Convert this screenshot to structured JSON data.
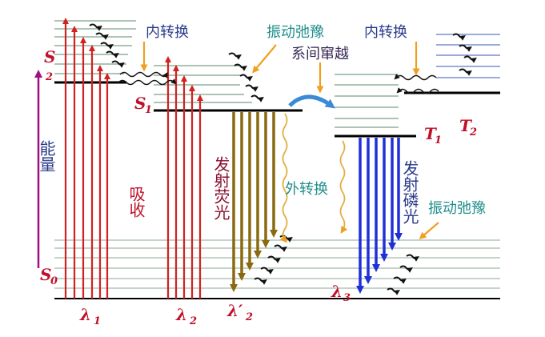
{
  "diagram": {
    "states": {
      "s2_letter": "S",
      "s2_sub": "2",
      "s1_letter": "S",
      "s1_sub": "1",
      "s0_letter": "S",
      "s0_sub": "0",
      "t1_letter": "T",
      "t1_sub": "1",
      "t2_letter": "T",
      "t2_sub": "2"
    },
    "energy_axis_label": "能量",
    "annotations": {
      "internal_conversion_1": "内转换",
      "internal_conversion_2": "内转换",
      "vibrational_relaxation_1": "振动弛豫",
      "vibrational_relaxation_2": "振动弛豫",
      "intersystem_crossing": "系间窜越",
      "external_conversion": "外转换",
      "absorption": "吸收",
      "fluorescence": "发射荧光",
      "phosphorescence": "发射磷光"
    },
    "wavelengths": {
      "lambda1": "λ",
      "lambda1_sub": "1",
      "lambda2": "λ",
      "lambda2_sub": "2",
      "lambda2p": "λ′",
      "lambda2p_sub": "2",
      "lambda3": "λ",
      "lambda3_sub": "3"
    },
    "colors": {
      "absorption_arrow": "#d42020",
      "fluorescence_arrow": "#8a6a10",
      "phosphorescence_arrow": "#2030d8",
      "thin_level": "#5a8a6a",
      "ground_level": "#000000",
      "energy_axis": "#a01080",
      "annotation_pointer": "#f0a020",
      "isc_arrow": "#3a8ad8",
      "wavy": "#e0b040"
    }
  }
}
